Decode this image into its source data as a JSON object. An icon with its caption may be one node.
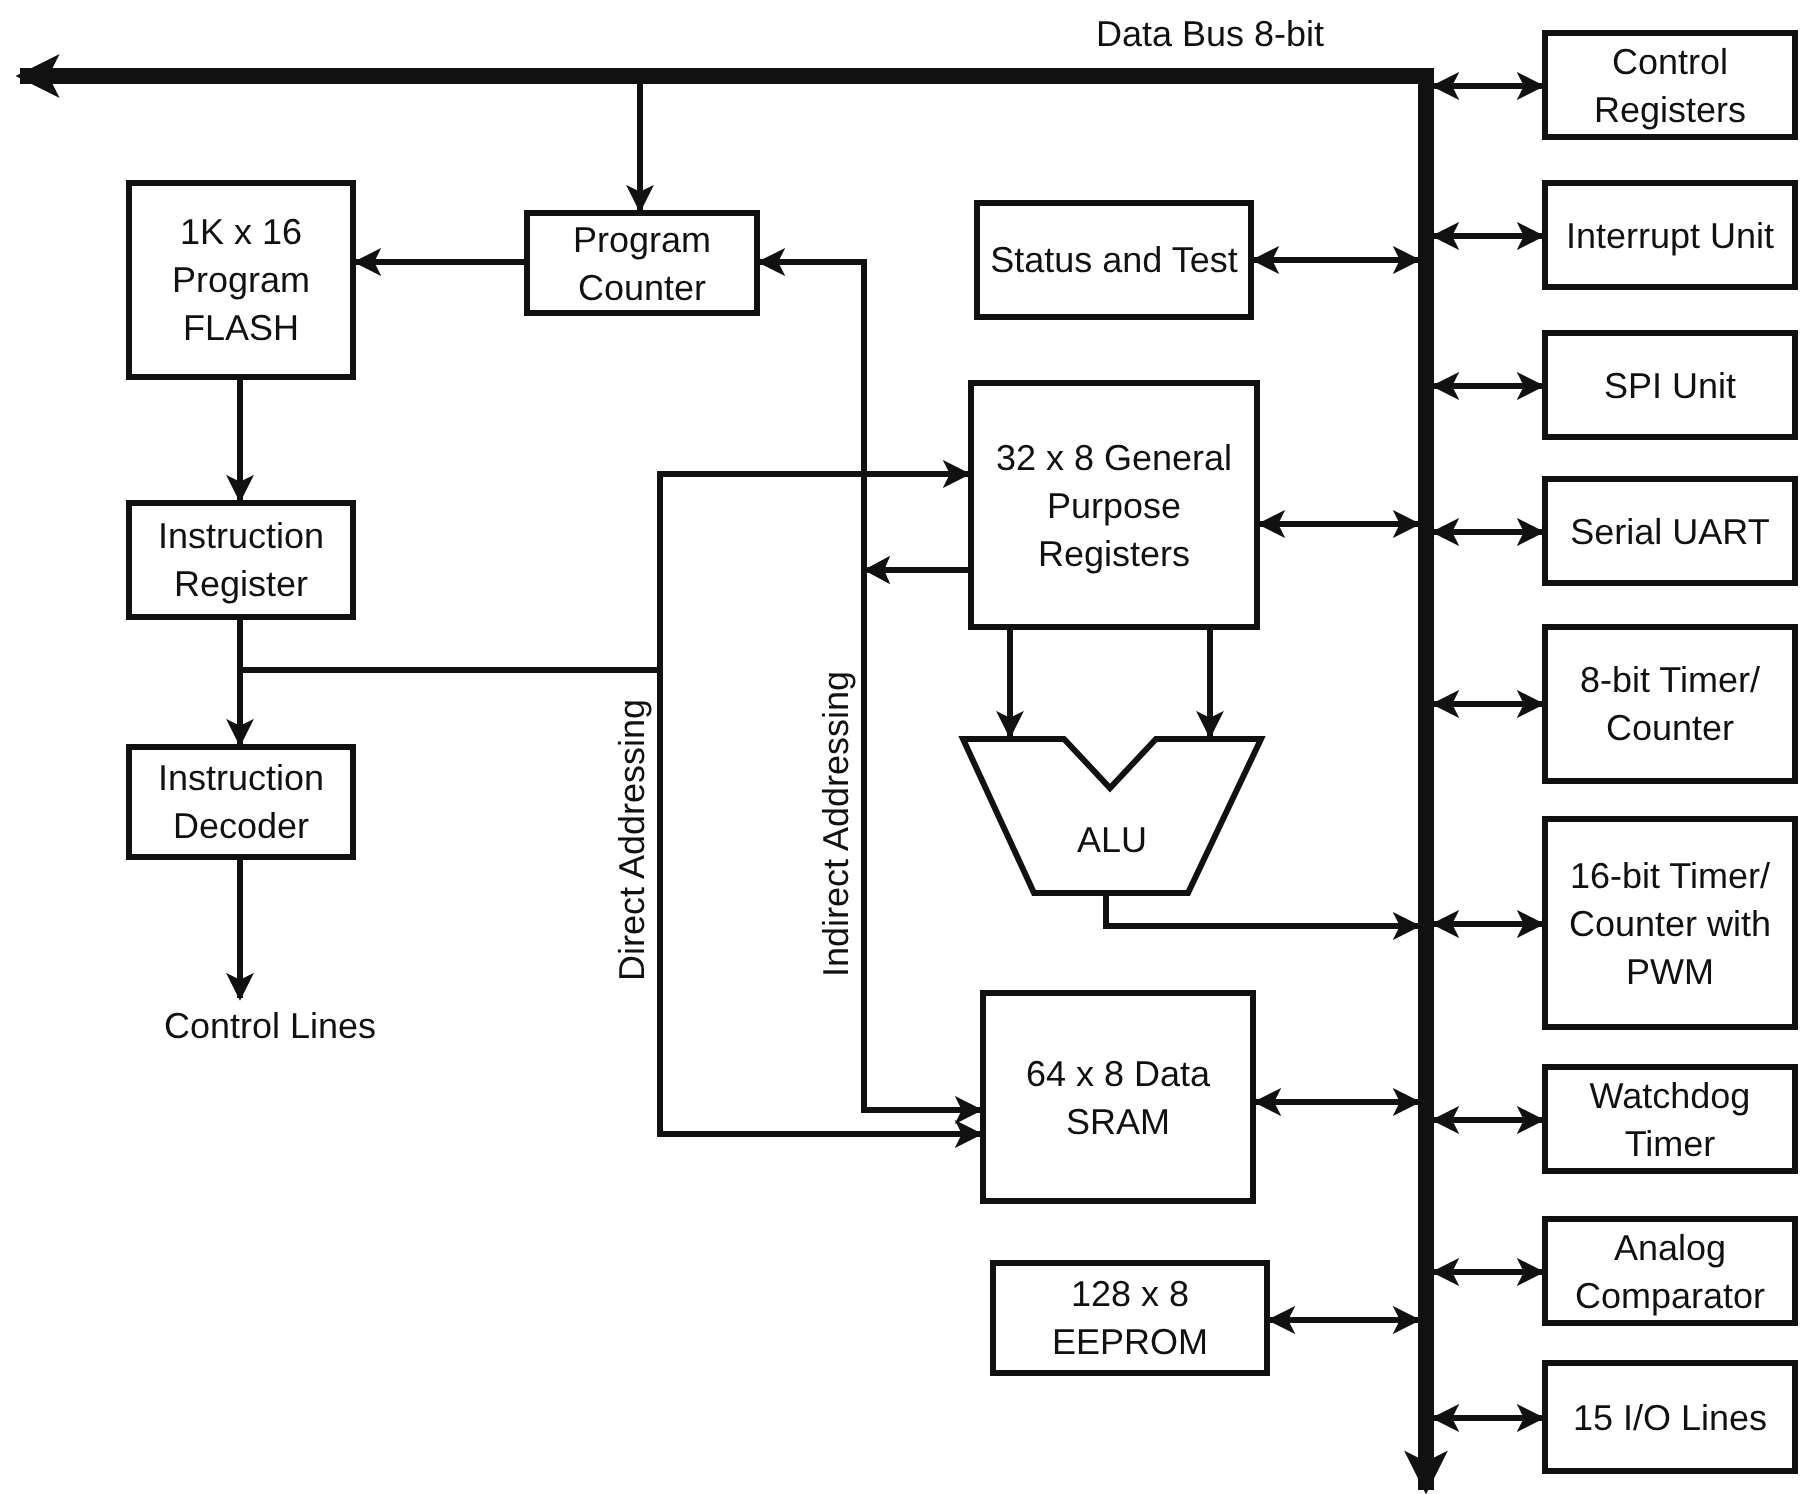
{
  "diagram": {
    "nodes": [
      {
        "text": [],
        "shape": "bar",
        "beside": [
          "Data Bus 8-bit"
        ]
      },
      {
        "text": [
          "1K x 16 Program FLASH"
        ]
      },
      {
        "text": [
          "Program Counter"
        ]
      },
      {
        "text": [
          "Status and Test"
        ]
      },
      {
        "text": [
          "32 x 8 General Purpose Registers"
        ]
      },
      {
        "text": [
          "Instruction Register"
        ]
      },
      {
        "text": [
          "Instruction Decoder"
        ]
      },
      {
        "text": [
          "Control Lines"
        ]
      },
      {
        "text": [
          "ALU"
        ]
      },
      {
        "text": [
          "64 x 8 Data SRAM"
        ]
      },
      {
        "text": [
          "128 x 8 EEPROM"
        ]
      },
      {
        "text": [
          "Control Registers"
        ]
      },
      {
        "text": [
          "Interrupt Unit"
        ]
      },
      {
        "text": [
          "SPI Unit"
        ]
      },
      {
        "text": [
          "Serial UART"
        ]
      },
      {
        "text": [
          "8-bit Timer/ Counter"
        ]
      },
      {
        "text": [
          "16-bit Timer/ Counter with PWM"
        ]
      },
      {
        "text": [
          "Watchdog Timer"
        ]
      },
      {
        "text": [
          "Analog Comparator"
        ]
      },
      {
        "text": [
          "15 I/O Lines"
        ]
      }
    ],
    "edges": [
      {
        "from": 0,
        "to": null,
        "arrow": "to",
        "style": "thick"
      },
      {
        "from": 0,
        "to": null,
        "arrow": "to",
        "style": "thick"
      },
      {
        "from": 0,
        "to": 2,
        "arrow": "to"
      },
      {
        "from": 2,
        "to": 1,
        "arrow": "to"
      },
      {
        "from": 1,
        "to": 5,
        "arrow": "to"
      },
      {
        "from": 5,
        "to": 6,
        "arrow": "to"
      },
      {
        "from": 6,
        "to": 7,
        "arrow": "to"
      },
      {
        "from": 5,
        "to": 4,
        "arrow": "to",
        "label": "Direct Addressing"
      },
      {
        "from": 5,
        "to": 9,
        "arrow": "to"
      },
      {
        "from": 4,
        "to": 2,
        "arrow": "to"
      },
      {
        "from": 4,
        "to": 9,
        "arrow": "to",
        "label": "Indirect Addressing"
      },
      {
        "from": 4,
        "to": 8,
        "arrow": "to"
      },
      {
        "from": 4,
        "to": 8,
        "arrow": "to"
      },
      {
        "from": 8,
        "to": 0,
        "arrow": "to"
      },
      {
        "from": 3,
        "to": 0,
        "arrow": "both"
      },
      {
        "from": 4,
        "to": 0,
        "arrow": "both"
      },
      {
        "from": 9,
        "to": 0,
        "arrow": "both"
      },
      {
        "from": 10,
        "to": 0,
        "arrow": "both"
      },
      {
        "from": 0,
        "to": 11,
        "arrow": "both"
      },
      {
        "from": 0,
        "to": 12,
        "arrow": "both"
      },
      {
        "from": 0,
        "to": 13,
        "arrow": "both"
      },
      {
        "from": 0,
        "to": 14,
        "arrow": "both"
      },
      {
        "from": 0,
        "to": 15,
        "arrow": "both"
      },
      {
        "from": 0,
        "to": 16,
        "arrow": "both"
      },
      {
        "from": 0,
        "to": 17,
        "arrow": "both"
      },
      {
        "from": 0,
        "to": 18,
        "arrow": "both"
      },
      {
        "from": 0,
        "to": 19,
        "arrow": "both"
      }
    ]
  }
}
